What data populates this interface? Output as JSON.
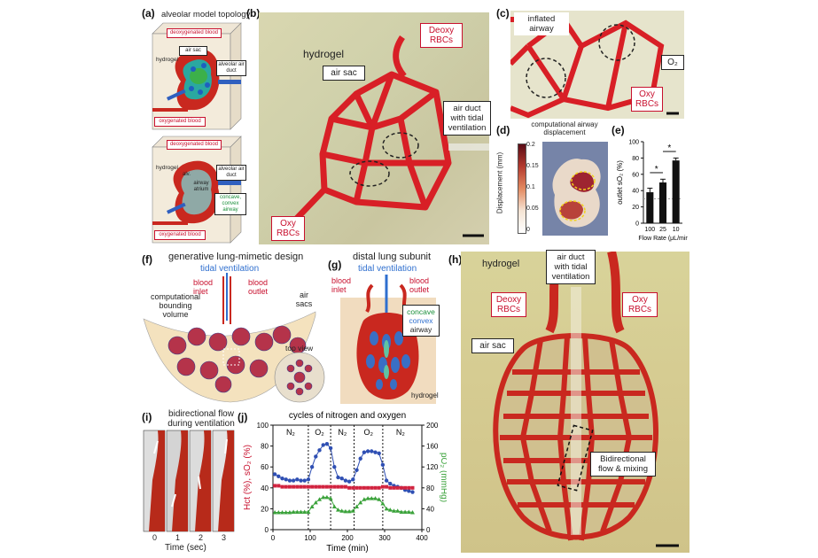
{
  "panel_a": {
    "label": "(a)",
    "title": "alveolar model topology",
    "top": {
      "deoxy": "deoxygenated blood",
      "air_sac": "air sac",
      "hydrogel": "hydrogel",
      "air_duct": "alveolar air duct",
      "oxy": "oxygenated blood"
    },
    "bottom": {
      "deoxy": "deoxygenated blood",
      "hydrogel": "hydrogel",
      "air_duct": "alveolar air duct",
      "atrium": "airway atrium",
      "alv": "alv.",
      "concave": "concave, convex airway",
      "oxy": "oxygenated blood"
    }
  },
  "panel_b": {
    "label": "(b)",
    "hydrogel": "hydrogel",
    "deoxy": "Deoxy RBCs",
    "air_sac": "air sac",
    "air_duct": "air duct with tidal ventilation",
    "oxy": "Oxy RBCs"
  },
  "panel_c": {
    "label": "(c)",
    "inflated": "inflated airway",
    "o2": "O₂",
    "oxy": "Oxy RBCs"
  },
  "panel_d": {
    "label": "(d)",
    "title": "computational airway displacement",
    "colorbar_label": "Displacement (mm)",
    "ticks": [
      "0.2",
      "0.15",
      "0.1",
      "0.05",
      "0"
    ]
  },
  "panel_e": {
    "label": "(e)"
  },
  "panel_f": {
    "label": "(f)",
    "title": "generative lung-mimetic design",
    "tidal": "tidal ventilation",
    "inlet": "blood inlet",
    "outlet": "blood outlet",
    "bounding": "computational bounding volume",
    "sacs": "air sacs",
    "topview": "top view"
  },
  "panel_g": {
    "label": "(g)",
    "title": "distal lung subunit",
    "tidal": "tidal ventilation",
    "inlet": "blood inlet",
    "outlet": "blood outlet",
    "concave": "concave",
    "convex": "convex",
    "airway": "airway",
    "hydrogel": "hydrogel"
  },
  "panel_h": {
    "label": "(h)",
    "hydrogel": "hydrogel",
    "air_duct": "air duct with tidal ventilation",
    "deoxy": "Deoxy RBCs",
    "oxy": "Oxy RBCs",
    "air_sac": "air sac",
    "bidir": "Bidirectional flow & mixing"
  },
  "panel_i": {
    "label": "(i)",
    "title": "bidirectional flow during ventilation",
    "xlabel": "Time (sec)",
    "ticks": [
      "0",
      "1",
      "2",
      "3"
    ]
  },
  "panel_j": {
    "label": "(j)"
  },
  "chart_data": [
    {
      "type": "bar",
      "title": "",
      "ylabel": "outlet sO₂ (%)",
      "xlabel": "Flow Rate (μL/min)",
      "categories": [
        "100",
        "25",
        "10"
      ],
      "values": [
        38,
        50,
        77
      ],
      "errors": [
        5,
        4,
        3
      ],
      "ylim": [
        0,
        100
      ],
      "yticks": [
        0,
        20,
        40,
        60,
        80,
        100
      ],
      "baseline": 30,
      "significance": [
        "*",
        "*"
      ],
      "bar_color": "#111111"
    },
    {
      "type": "line",
      "title": "cycles of nitrogen and oxygen",
      "xlabel": "Time (min)",
      "ylabel_left": "Hct (%), sO₂ (%)",
      "ylabel_right": "pO₂ (mmHg)",
      "xlim": [
        0,
        400
      ],
      "xticks": [
        0,
        100,
        200,
        300,
        400
      ],
      "ylim_left": [
        0,
        100
      ],
      "yticks_left": [
        0,
        20,
        40,
        60,
        80,
        100
      ],
      "ylim_right": [
        0,
        200
      ],
      "yticks_right": [
        0,
        40,
        80,
        120,
        160,
        200
      ],
      "phase_labels": [
        "N₂",
        "O₂",
        "N₂",
        "O₂",
        "N₂"
      ],
      "phase_boundaries": [
        95,
        155,
        218,
        295
      ],
      "series": [
        {
          "name": "sO₂",
          "color": "#2f4fb3",
          "x": [
            5,
            15,
            25,
            35,
            45,
            55,
            65,
            75,
            85,
            95,
            105,
            115,
            125,
            135,
            145,
            155,
            165,
            175,
            185,
            195,
            205,
            215,
            225,
            235,
            245,
            255,
            265,
            275,
            285,
            295,
            305,
            315,
            325,
            335,
            345,
            355,
            365,
            375
          ],
          "values": [
            53,
            51,
            49,
            48,
            47,
            47,
            48,
            47,
            47,
            48,
            60,
            70,
            76,
            81,
            82,
            78,
            60,
            50,
            49,
            47,
            46,
            48,
            57,
            68,
            74,
            75,
            75,
            74,
            73,
            62,
            47,
            44,
            42,
            41,
            40,
            38,
            37,
            36
          ]
        },
        {
          "name": "Hct",
          "color": "#d1233f",
          "x": [
            5,
            15,
            25,
            35,
            45,
            55,
            65,
            75,
            85,
            95,
            105,
            115,
            125,
            135,
            145,
            155,
            165,
            175,
            185,
            195,
            205,
            215,
            225,
            235,
            245,
            255,
            265,
            275,
            285,
            295,
            305,
            315,
            325,
            335,
            345,
            355,
            365,
            375
          ],
          "values": [
            42,
            42,
            41,
            41,
            41,
            41,
            41,
            41,
            41,
            41,
            41,
            41,
            41,
            41,
            41,
            41,
            41,
            41,
            41,
            41,
            40,
            40,
            40,
            40,
            40,
            40,
            40,
            40,
            40,
            41,
            41,
            40,
            40,
            40,
            40,
            40,
            40,
            40
          ]
        },
        {
          "name": "pO₂",
          "axis": "right",
          "color": "#3aa23a",
          "x": [
            5,
            15,
            25,
            35,
            45,
            55,
            65,
            75,
            85,
            95,
            105,
            115,
            125,
            135,
            145,
            155,
            165,
            175,
            185,
            195,
            205,
            215,
            225,
            235,
            245,
            255,
            265,
            275,
            285,
            295,
            305,
            315,
            325,
            335,
            345,
            355,
            365,
            375
          ],
          "values": [
            33,
            33,
            33,
            33,
            33,
            34,
            34,
            34,
            34,
            34,
            44,
            52,
            58,
            62,
            62,
            60,
            44,
            38,
            36,
            35,
            35,
            36,
            44,
            52,
            58,
            60,
            60,
            60,
            58,
            50,
            40,
            38,
            36,
            36,
            34,
            34,
            34,
            33
          ]
        }
      ]
    }
  ]
}
